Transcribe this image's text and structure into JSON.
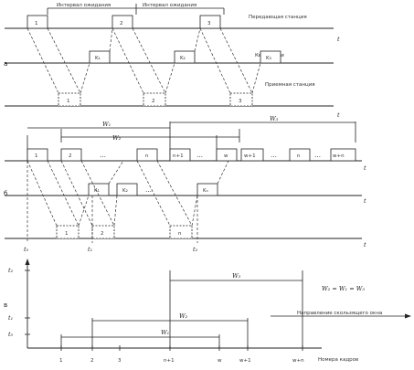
{
  "part_labels": [
    "a",
    "б",
    "в"
  ],
  "part_a": {
    "brace_labels": [
      "Интервал ожидания",
      "Интервал ожидания"
    ],
    "line_labels": [
      "Передающая станция",
      "Квитанции",
      "Приемная станция"
    ],
    "time_symbol": "t",
    "tx_frames": [
      "1",
      "2",
      "3"
    ],
    "acks": [
      "K₁",
      "K₂",
      "K₃"
    ],
    "rx_frames": [
      "1",
      "2",
      "3"
    ]
  },
  "part_b": {
    "windows": [
      "W₁",
      "W₂",
      "W₃"
    ],
    "tx_frames": [
      "1",
      "2",
      "…",
      "n",
      "n+1",
      "…",
      "w",
      "w+1",
      "…",
      "n",
      "…",
      "w+n"
    ],
    "acks": [
      "K₁",
      "K₂",
      "…",
      "Kₙ"
    ],
    "rx_frames": [
      "1",
      "2",
      "n"
    ],
    "time_symbol": "t",
    "time_marks": [
      "t₀",
      "t₁",
      "t₂"
    ]
  },
  "part_c": {
    "y_ticks": [
      "t₂",
      "t₁",
      "t₀"
    ],
    "windows": [
      "W₃",
      "W₂",
      "W₁"
    ],
    "formula": "W₂ = W₁ = W₃",
    "arrow_label": "Направление скользящего окна",
    "x_ticks": [
      "1",
      "2",
      "3",
      "n+1",
      "w",
      "w+1",
      "w+n"
    ],
    "x_label": "Номера кадров"
  }
}
